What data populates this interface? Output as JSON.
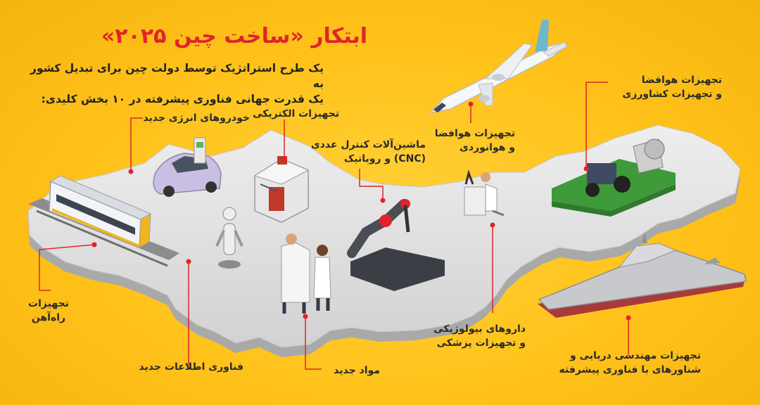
{
  "header": {
    "title": "ابتکار «ساخت چین ۲۰۲۵»",
    "subtitle_line1": "یک طرح استراتژیک توسط دولت چین برای تبدیل کشور به",
    "subtitle_line2": "یک قدرت جهانی فناوری پیشرفته در ۱۰ بخش کلیدی:"
  },
  "sectors": {
    "new_energy_vehicles": {
      "line1": "خودروهای انرژی جدید"
    },
    "electrical_equipment": {
      "line1": "تجهیزات الکتریکی"
    },
    "cnc_robotics": {
      "line1": "ماشین‌آلات کنترل عددی",
      "line2": "(CNC) و روباتیک"
    },
    "aerospace": {
      "line1": "تجهیزات هوافضا",
      "line2": "و هوانوردی"
    },
    "aero_agri": {
      "line1": "تجهیزات هوافضا",
      "line2": "و تجهیزات کشاورزی"
    },
    "rail": {
      "line1": "تجهیزات",
      "line2": "راه‌آهن"
    },
    "biomed": {
      "line1": "داروهای بیولوژیکی",
      "line2": "و تجهیزات پزشکی"
    },
    "marine": {
      "line1": "تجهیزات مهندسی دریایی و",
      "line2": "شناورهای با فناوری پیشرفته"
    },
    "new_it": {
      "line1": "فناوری اطلاعات جدید"
    },
    "new_materials": {
      "line1": "مواد جدید"
    }
  },
  "colors": {
    "accent_red": "#e0242a",
    "background": "#ffc21a",
    "map_gray": "#dcdcdc"
  }
}
